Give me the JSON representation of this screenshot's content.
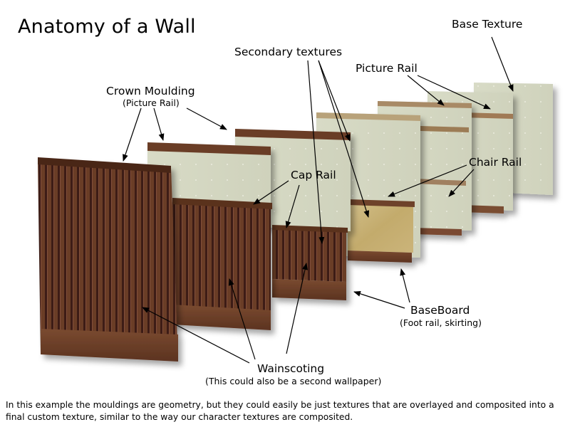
{
  "title": "Anatomy of a Wall",
  "labels": {
    "base_texture": "Base Texture",
    "secondary_textures": "Secondary textures",
    "picture_rail": "Picture Rail",
    "crown_moulding": "Crown Moulding",
    "crown_moulding_sub": "(Picture Rail)",
    "cap_rail": "Cap Rail",
    "chair_rail": "Chair Rail",
    "baseboard": "BaseBoard",
    "baseboard_sub": "(Foot rail, skirting)",
    "wainscoting": "Wainscoting",
    "wainscoting_sub": "(This could also be a second wallpaper)"
  },
  "caption": "In this example the mouldings are geometry, but they could easily be just textures that are overlayed and composited into a final custom texture, similar to the way our character textures are composited.",
  "colors": {
    "wood_dark": "#4a2616",
    "wood_mid": "#6a3c26",
    "wallpaper": "#d3d6c1",
    "wallpaper_light": "#dcdecb",
    "secondary_paper": "#c8b277",
    "rail_brown": "#7a5034"
  }
}
